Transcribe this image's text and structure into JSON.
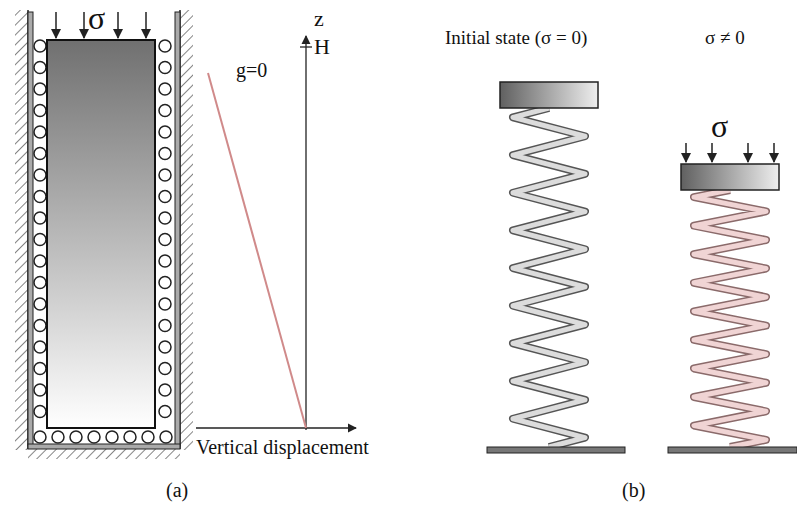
{
  "diagram": {
    "labels": [
      "σ",
      "z",
      "H",
      "g=0",
      "Vertical displacement",
      "(a)",
      "Initial state (σ = 0)",
      "σ ≠ 0",
      "σ",
      "(b)"
    ]
  }
}
